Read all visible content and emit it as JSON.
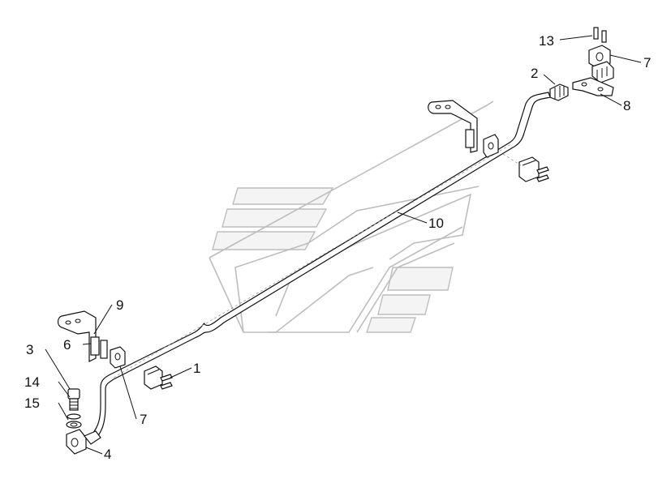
{
  "callouts": [
    {
      "id": "c1",
      "label": "1"
    },
    {
      "id": "c2",
      "label": "2"
    },
    {
      "id": "c3",
      "label": "3"
    },
    {
      "id": "c4",
      "label": "4"
    },
    {
      "id": "c6",
      "label": "6"
    },
    {
      "id": "c7a",
      "label": "7"
    },
    {
      "id": "c7b",
      "label": "7"
    },
    {
      "id": "c8",
      "label": "8"
    },
    {
      "id": "c9",
      "label": "9"
    },
    {
      "id": "c10",
      "label": "10"
    },
    {
      "id": "c13",
      "label": "13"
    },
    {
      "id": "c14",
      "label": "14"
    },
    {
      "id": "c15",
      "label": "15"
    }
  ]
}
